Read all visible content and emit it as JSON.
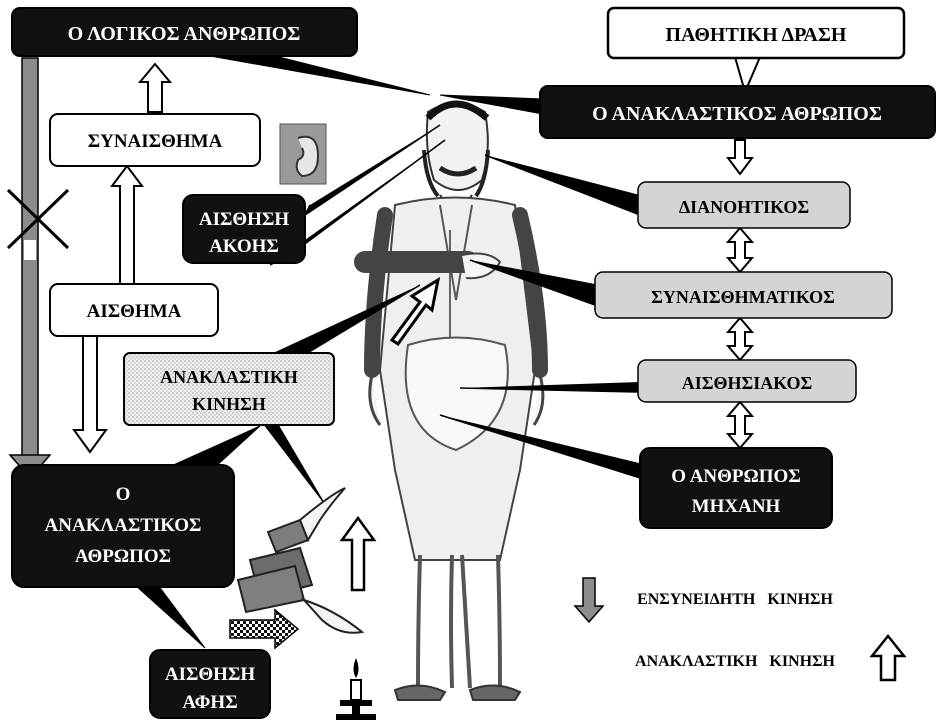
{
  "labels": {
    "logical_man": "Ο ΛΟΓΙΚΟΣ ΑΝΘΡΩΠΟΣ",
    "passive_action": "ΠΑΘΗΤΙΚΗ ΔΡΑΣΗ",
    "reflex_man_top": "Ο ΑΝΑΚΛΑΣΤΙΚΟΣ ΑΘΡΩΠΟΣ",
    "emotion": "ΣΥΝΑΙΣΘΗΜΑ",
    "hearing_line1": "ΑΙΣΘΗΣΗ",
    "hearing_line2": "ΑΚΟΗΣ",
    "feeling": "ΑΙΣΘΗΜΑ",
    "intellectual": "ΔΙΑΝΟΗΤΙΚΟΣ",
    "emotional": "ΣΥΝΑΙΣΘΗΜΑΤΙΚΟΣ",
    "sensory": "ΑΙΣΘΗΣΙΑΚΟΣ",
    "reflex_motion_line1": "ΑΝΑΚΛΑΣΤΙΚΗ",
    "reflex_motion_line2": "ΚΙΝΗΣΗ",
    "machine_man_line1": "Ο ΑΝΘΡΩΠΟΣ",
    "machine_man_line2": "ΜΗΧΑΝΗ",
    "reflex_man_big_line1": "Ο",
    "reflex_man_big_line2": "ΑΝΑΚΛΑΣΤΙΚΟΣ",
    "reflex_man_big_line3": "ΑΘΡΩΠΟΣ",
    "touch_line1": "ΑΙΣΘΗΣΗ",
    "touch_line2": "ΑΦΗΣ"
  },
  "legend": {
    "conscious": "ΕΝΣΥΝΕΙΔΗΤΗ   ΚΙΝΗΣΗ",
    "reflex": "ΑΝΑΚΛΑΣΤΙΚΗ   ΚΙΝΗΣΗ"
  },
  "colors": {
    "dark_box": "#111111",
    "light_box": "#d4d4d4",
    "white_box": "#ffffff",
    "grey_arrow": "#8c8c8c",
    "ink": "#000000"
  }
}
